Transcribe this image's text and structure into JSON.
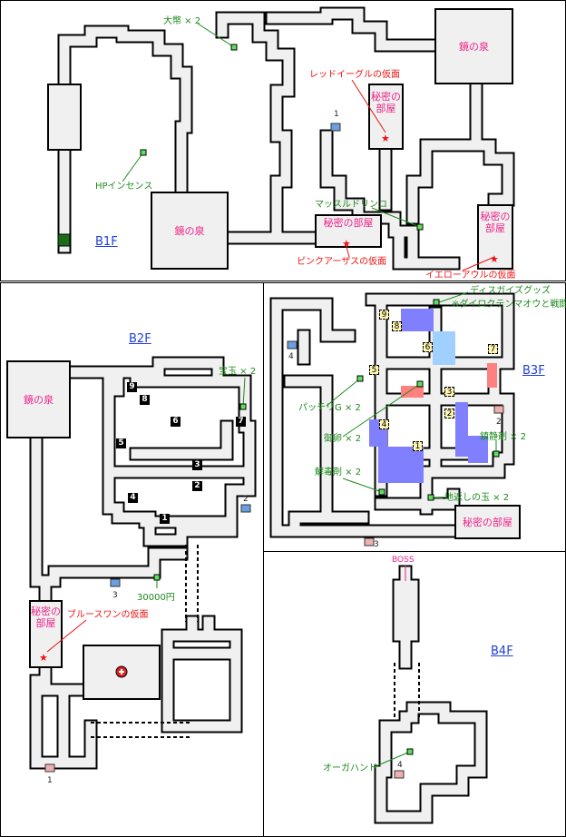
{
  "floors": {
    "b1f": {
      "label": "B1F",
      "rooms": {
        "spring_left": "鏡の泉",
        "spring_right": "鏡の泉",
        "secret_a": "秘密の部屋",
        "secret_b": "秘密の\n部屋",
        "secret_c": "秘密の\n部屋"
      },
      "items": {
        "coins": "大幣 × 2",
        "hp_incense": "HPインセンス",
        "muscle_drink": "マッスルドリンコ"
      },
      "masks": {
        "red_eagle": "レッドイーグルの仮面",
        "pink_arthas": "ピンクアーザスの仮面",
        "yellow_owl": "イエローアウルの仮面"
      },
      "stairs": [
        "1"
      ]
    },
    "b2f": {
      "label": "B2F",
      "rooms": {
        "spring": "鏡の泉",
        "secret": "秘密の\n部屋"
      },
      "items": {
        "jewel": "宝玉 × 2",
        "money": "30000円"
      },
      "masks": {
        "blue_swan": "ブルースワンの仮面"
      },
      "switches": [
        "1",
        "2",
        "3",
        "4",
        "5",
        "6",
        "7",
        "8",
        "9"
      ],
      "stairs": [
        "2",
        "3",
        "1"
      ]
    },
    "b3f": {
      "label": "B3F",
      "rooms": {
        "secret": "秘密の部屋"
      },
      "items": {
        "disguise": "ディスガイズグッズ",
        "disguise_note": "※ダイロクテンマオウと戦闘",
        "patchiri": "パッチリG × 2",
        "egg": "御卵 × 2",
        "sedative": "鎮静剤 × 2",
        "antidote": "解毒剤 × 2",
        "return_orb": "地返しの玉 × 2"
      },
      "switches": [
        "1",
        "2",
        "3",
        "4",
        "5",
        "6",
        "7",
        "8",
        "9"
      ],
      "stairs": [
        "4",
        "2",
        "3"
      ]
    },
    "b4f": {
      "label": "B4F",
      "boss": "BOSS",
      "items": {
        "ogre_hand": "オーガハンド"
      },
      "stairs": [
        "4"
      ]
    }
  },
  "colors": {
    "item": "#22aa22",
    "mask": "#ee1111",
    "room": "#ee2288",
    "floor_label": "#1f3fd8",
    "blue_zone": "#8080ff",
    "lightblue_zone": "#a0d0ff",
    "red_zone": "#ff8080"
  }
}
